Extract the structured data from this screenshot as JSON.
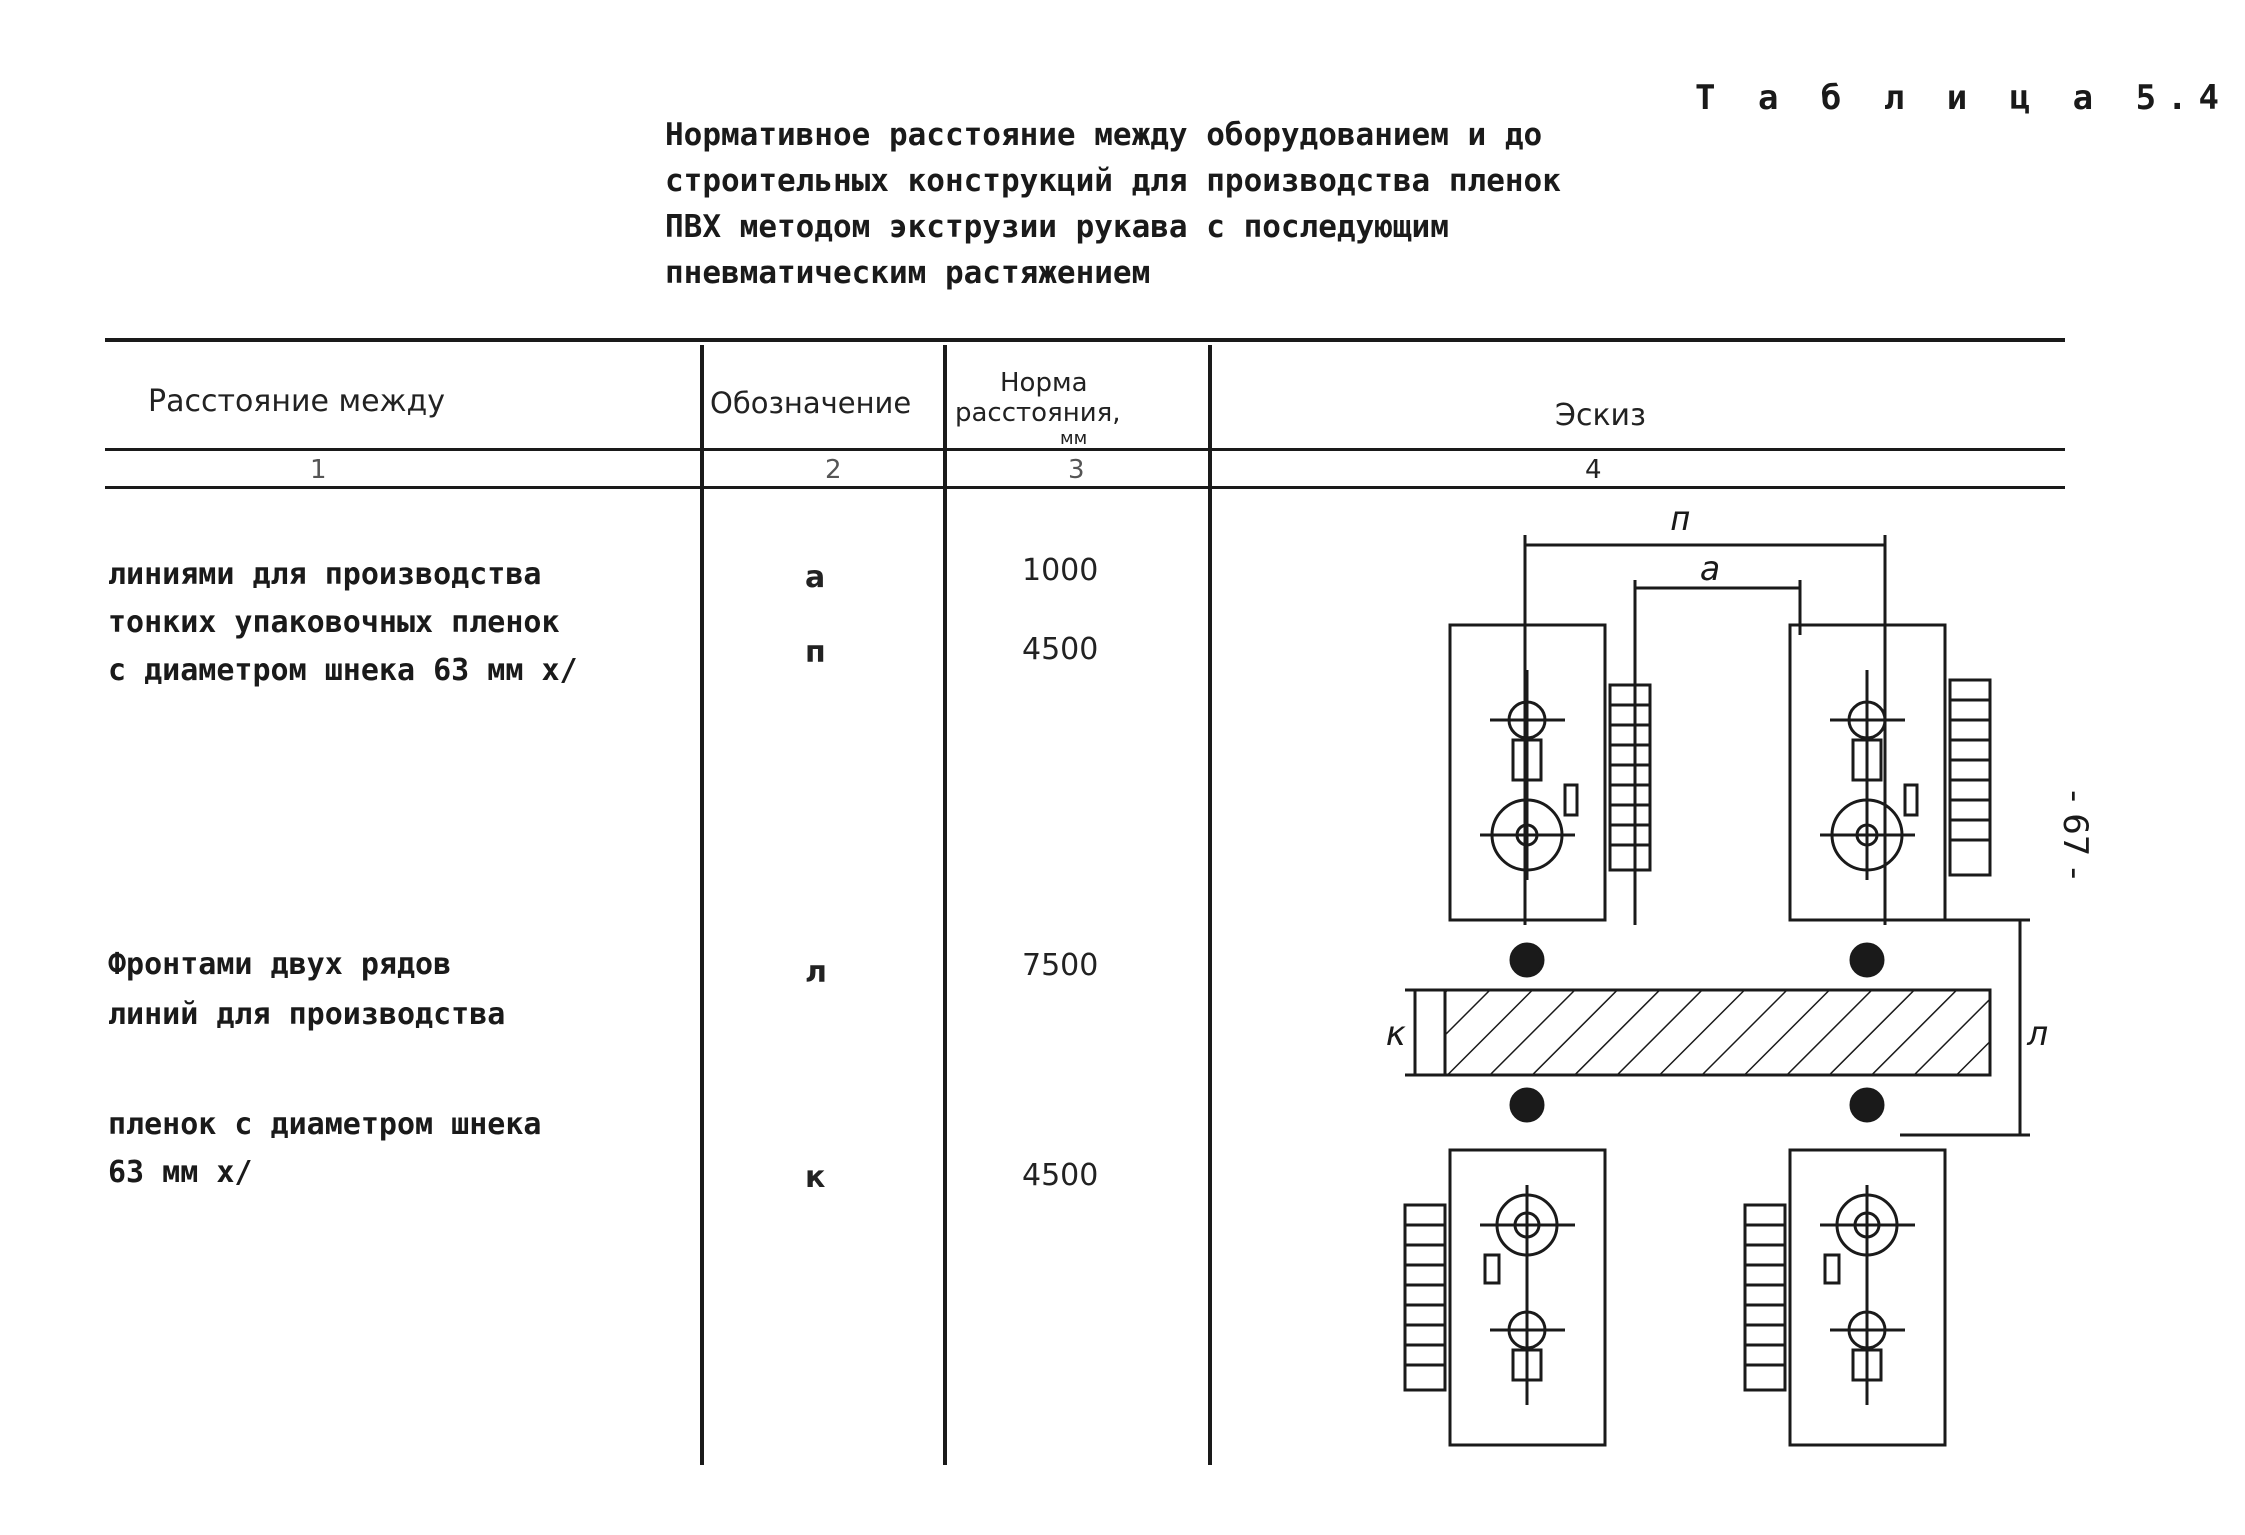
{
  "table_label": "Т а б л и ц а  5.4",
  "caption_lines": [
    "Нормативное расстояние между оборудованием и до",
    "строительных конструкций для производства пленок",
    "ПВХ методом экструзии рукава с последующим",
    "пневматическим растяжением"
  ],
  "headers": {
    "col1": "Расстояние между",
    "col2": "Обозначение",
    "col3_line1": "Норма",
    "col3_line2": "расстояния,",
    "col3_line3": "мм",
    "col4": "Эскиз"
  },
  "column_numbers": [
    "1",
    "2",
    "3",
    "4"
  ],
  "rows": [
    {
      "text_lines": [
        "линиями для производства",
        "тонких упаковочных пленок",
        "с диаметром шнека 63 мм х/"
      ],
      "designations": [
        "а",
        "п"
      ],
      "values": [
        "1000",
        "4500"
      ]
    },
    {
      "text_lines": [
        "Фронтами двух рядов",
        "линий для производства",
        "",
        "пленок с диаметром шнека",
        "63 мм  х/"
      ],
      "designations": [
        "л",
        "к"
      ],
      "values": [
        "7500",
        "4500"
      ]
    }
  ],
  "sketch_labels": {
    "n": "п",
    "a": "а",
    "k": "к",
    "l": "л"
  },
  "page_number": "- 67 -"
}
